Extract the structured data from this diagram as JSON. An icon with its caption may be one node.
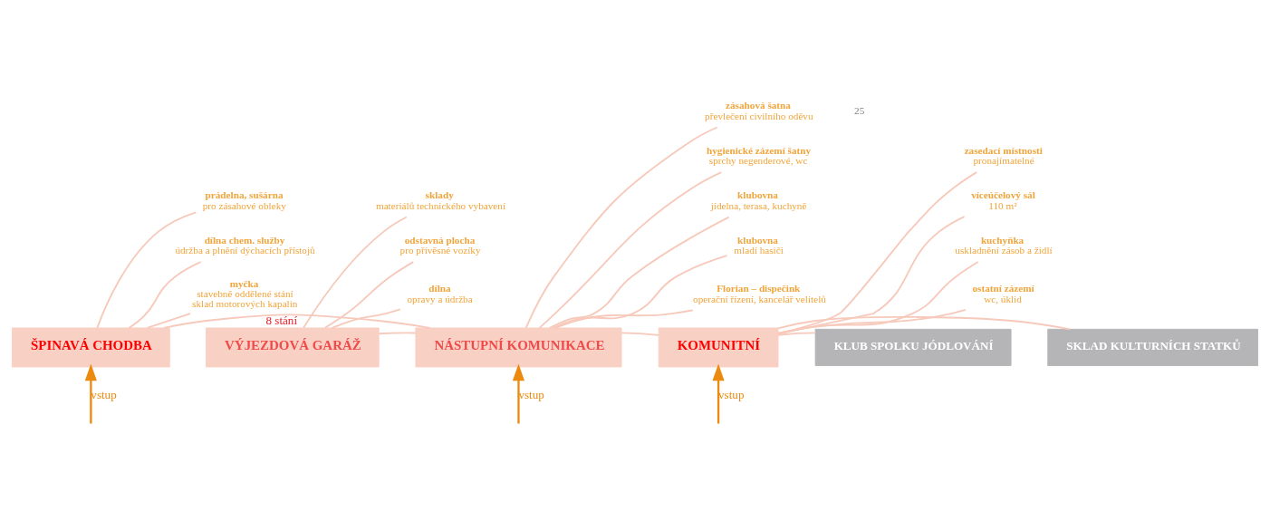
{
  "diagram": {
    "nodes": [
      {
        "text": [
          "ŠPINAVÁ CHODBA"
        ]
      },
      {
        "text": [
          "VÝJEZDOVÁ GARÁŽ"
        ]
      },
      {
        "text": [
          "NÁSTUPNÍ KOMUNIKACE"
        ]
      },
      {
        "text": [
          "KOMUNITNÍ"
        ]
      },
      {
        "text": [
          "KLUB SPOLKU JÓDLOVÁNÍ"
        ]
      },
      {
        "text": [
          "SKLAD KULTURNÍCH STATKŮ"
        ]
      },
      {
        "text": [
          "prádelna, sušárna",
          "pro zásahové obleky"
        ]
      },
      {
        "text": [
          "dílna chem. služby",
          "údržba a plnění dýchacích přístojů"
        ]
      },
      {
        "text": [
          "myčka",
          "stavebně oddělené stání",
          "sklad motorových kapalin"
        ]
      },
      {
        "text": [
          "sklady",
          "materiálů technického vybavení"
        ]
      },
      {
        "text": [
          "odstavná plocha",
          "pro přívěsné vozíky"
        ]
      },
      {
        "text": [
          "dílna",
          "opravy a údržba"
        ]
      },
      {
        "text": [
          "zásahová šatna",
          "převlečení civilního oděvu"
        ]
      },
      {
        "text": [
          "hygienické zázemí šatny",
          "sprchy negenderové, wc"
        ]
      },
      {
        "text": [
          "klubovna",
          "jídelna, terasa, kuchyně"
        ]
      },
      {
        "text": [
          "klubovna",
          "mladí hasiči"
        ]
      },
      {
        "text": [
          "Florian – dispečink",
          "operační řízení, kancelář velitelů"
        ]
      },
      {
        "text": [
          "zasedací místnosti",
          "pronajímatelné"
        ]
      },
      {
        "text": [
          "víceúčelový sál",
          "110 m²"
        ]
      },
      {
        "text": [
          "kuchyňka",
          "uskladnění zásob a židlí"
        ]
      },
      {
        "text": [
          "ostatní zázemí",
          "wc, úklid"
        ]
      }
    ],
    "edges": [
      {
        "from": 6,
        "to": 0,
        "arrow": "none"
      },
      {
        "from": 7,
        "to": 0,
        "arrow": "none"
      },
      {
        "from": 8,
        "to": 0,
        "arrow": "none"
      },
      {
        "from": 9,
        "to": 1,
        "arrow": "none"
      },
      {
        "from": 10,
        "to": 1,
        "arrow": "none"
      },
      {
        "from": 11,
        "to": 1,
        "arrow": "none"
      },
      {
        "from": 12,
        "to": 2,
        "arrow": "none"
      },
      {
        "from": 13,
        "to": 2,
        "arrow": "none"
      },
      {
        "from": 14,
        "to": 2,
        "arrow": "none"
      },
      {
        "from": 15,
        "to": 2,
        "arrow": "none"
      },
      {
        "from": 16,
        "to": 2,
        "arrow": "none"
      },
      {
        "from": 17,
        "to": 3,
        "arrow": "none"
      },
      {
        "from": 18,
        "to": 3,
        "arrow": "none"
      },
      {
        "from": 19,
        "to": 3,
        "arrow": "none"
      },
      {
        "from": 20,
        "to": 3,
        "arrow": "none"
      },
      {
        "from": 1,
        "to": 2,
        "arrow": "none"
      },
      {
        "from": 2,
        "to": 3,
        "arrow": "none"
      },
      {
        "from": 3,
        "to": 4,
        "arrow": "none"
      },
      {
        "from": 3,
        "to": 5,
        "arrow": "none"
      },
      {
        "from": 0,
        "to": 2,
        "arrow": "none",
        "label": "8 stání"
      },
      {
        "from": null,
        "to": 0,
        "arrow": "to",
        "label": "vstup",
        "color": "#ec8a0f"
      },
      {
        "from": null,
        "to": 2,
        "arrow": "to",
        "label": "vstup",
        "color": "#ec8a0f"
      },
      {
        "from": null,
        "to": 3,
        "arrow": "to",
        "label": "vstup",
        "color": "#ec8a0f"
      }
    ],
    "labels": [
      "25"
    ]
  }
}
